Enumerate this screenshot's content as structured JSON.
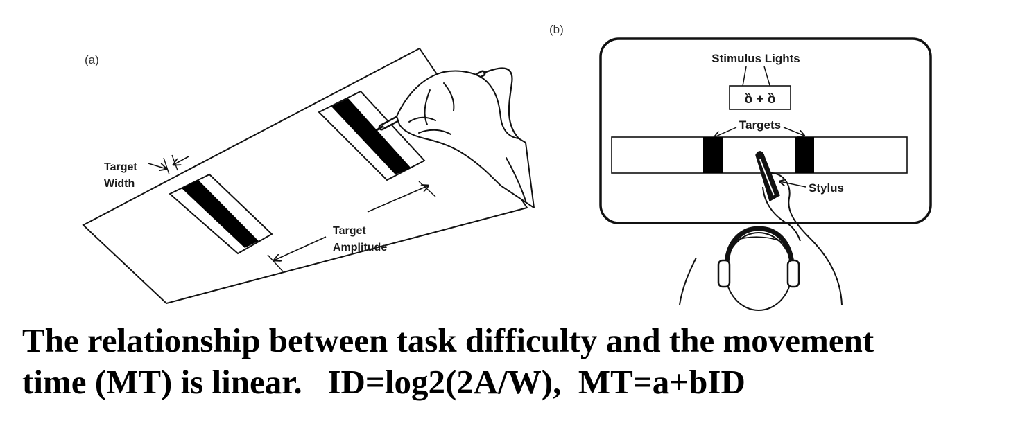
{
  "panel_a": {
    "letter": "(a)",
    "target_width_label": [
      "Target",
      "Width"
    ],
    "target_amplitude_label": [
      "Target",
      "Amplitude"
    ]
  },
  "panel_b": {
    "letter": "(b)",
    "stimulus_lights_label": "Stimulus Lights",
    "stimulus_box_text": "ȍ + ȍ",
    "targets_label": "Targets",
    "stylus_label": "Stylus"
  },
  "caption": {
    "line1": "The relationship between task difficulty and the movement",
    "line2": "time (MT) is linear.   ID=log2(2A/W),  MT=a+bID"
  },
  "colors": {
    "ink": "#111111",
    "background": "#ffffff"
  }
}
